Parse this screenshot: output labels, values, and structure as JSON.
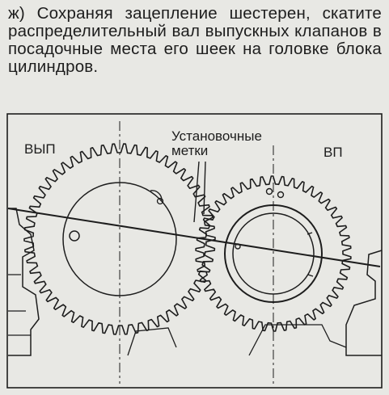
{
  "instruction": "ж) Сохраняя зацепление шестерен, скатите распределительный вал выпускных клапанов в посадочные места его шеек на головке блока цилиндров.",
  "figure": {
    "exhaust_label": "ВЫП",
    "intake_label": "ВП",
    "marks_label_line1": "Установочные",
    "marks_label_line2": "метки"
  },
  "colors": {
    "paper": "#e8e8e4",
    "ink": "#1d1d1d"
  }
}
